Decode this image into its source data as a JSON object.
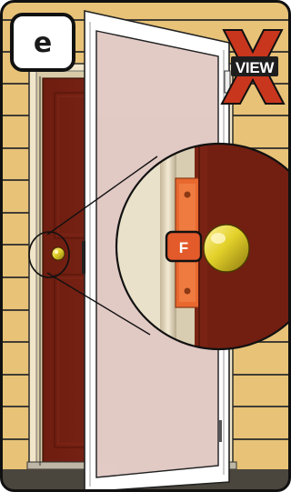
{
  "step_label": "e",
  "badge": {
    "mark": "X",
    "text": "VIEW"
  },
  "callout_label": "F",
  "icons": {
    "step_badge": "step-badge",
    "xview": "x-view-logo",
    "magnifier": "magnifier-circle",
    "knob": "door-knob"
  },
  "colors": {
    "siding": "#e7c277",
    "siding_line": "#2a2a2a",
    "door": "#7a2314",
    "storm_frame": "#ffffff",
    "hinge": "#e8682e",
    "callout_fill": "#e35a2b",
    "knob": "#e0cf2a",
    "xview_red": "#c8361d"
  }
}
